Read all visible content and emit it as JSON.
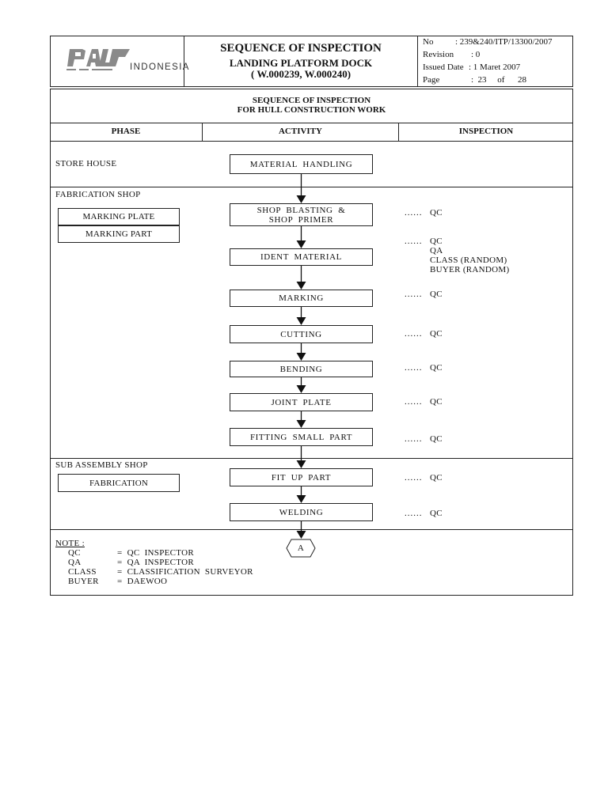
{
  "header": {
    "logo_text": "PAL",
    "logo_sub": "INDONESIA",
    "title": "SEQUENCE OF INSPECTION",
    "subtitle1": "LANDING PLATFORM DOCK",
    "subtitle2": "( W.000239, W.000240)",
    "meta": [
      {
        "label": "No",
        "value": ": 239&240/ITP/13300/2007"
      },
      {
        "label": "Revision",
        "value": ":   0"
      },
      {
        "label": "Issued Date",
        "value": ":  1 Maret 2007"
      },
      {
        "label": "Page",
        "value": ":  23     of      28"
      }
    ]
  },
  "section": {
    "title1": "SEQUENCE OF INSPECTION",
    "title2": "FOR HULL CONSTRUCTION WORK"
  },
  "columns": {
    "phase": "PHASE",
    "activity": "ACTIVITY",
    "inspection": "INSPECTION"
  },
  "phases": {
    "store": "STORE  HOUSE",
    "fabrication": "FABRICATION  SHOP",
    "fab_subs": [
      "MARKING PLATE",
      "MARKING PART"
    ],
    "subassembly": "SUB  ASSEMBLY  SHOP",
    "sub_subs": [
      "FABRICATION"
    ]
  },
  "activities": [
    {
      "label": "MATERIAL  HANDLING",
      "insp": []
    },
    {
      "label": "SHOP  BLASTING  &\nSHOP  PRIMER",
      "insp": [
        "QC"
      ]
    },
    {
      "label": "IDENT  MATERIAL",
      "insp": [
        "QC",
        "QA",
        "CLASS (RANDOM)",
        "BUYER (RANDOM)"
      ]
    },
    {
      "label": "MARKING",
      "insp": [
        "QC"
      ]
    },
    {
      "label": "CUTTING",
      "insp": [
        "QC"
      ]
    },
    {
      "label": "BENDING",
      "insp": [
        "QC"
      ]
    },
    {
      "label": "JOINT  PLATE",
      "insp": [
        "QC"
      ]
    },
    {
      "label": "FITTING  SMALL  PART",
      "insp": [
        "QC"
      ]
    },
    {
      "label": "FIT  UP  PART",
      "insp": [
        "QC"
      ]
    },
    {
      "label": "WELDING",
      "insp": [
        "QC"
      ]
    }
  ],
  "dots": "......",
  "connector": "A",
  "note": {
    "title": "NOTE :",
    "items": [
      {
        "abbr": "QC",
        "def": "=  QC  INSPECTOR"
      },
      {
        "abbr": "QA",
        "def": "=  QA  INSPECTOR"
      },
      {
        "abbr": "CLASS",
        "def": "=  CLASSIFICATION  SURVEYOR"
      },
      {
        "abbr": "BUYER",
        "def": "=  DAEWOO"
      }
    ]
  }
}
